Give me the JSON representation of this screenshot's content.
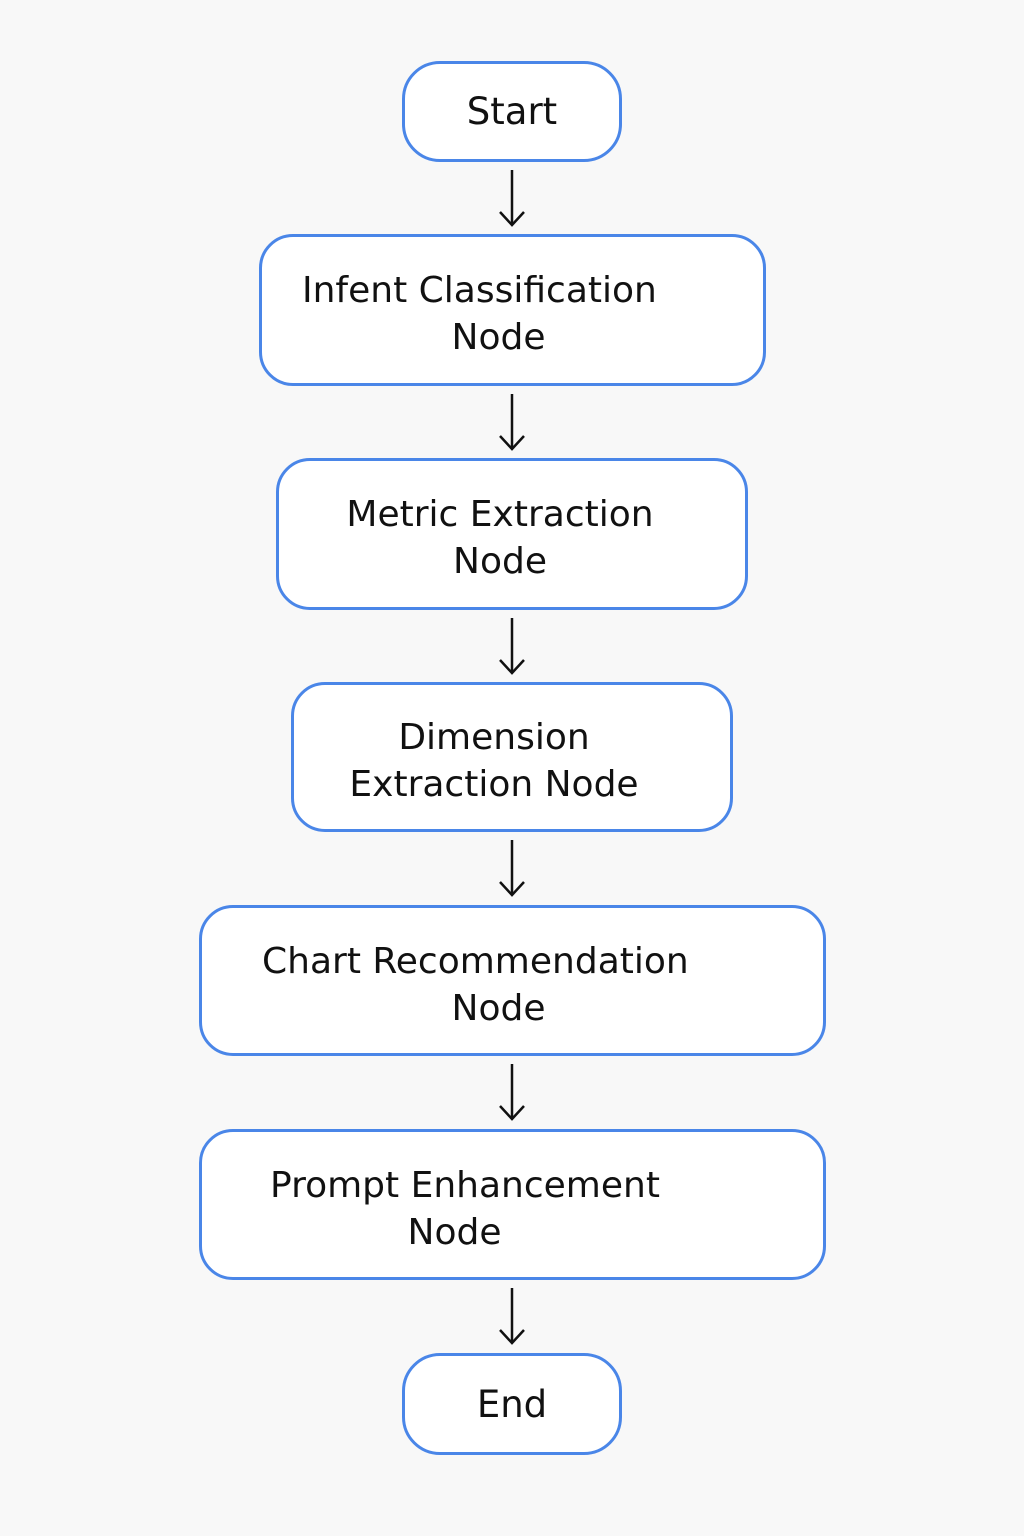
{
  "diagram": {
    "start": "Start",
    "end": "End",
    "nodes": [
      {
        "line1": "Infent Classification",
        "line2": "Node"
      },
      {
        "line1": "Metric Extraction",
        "line2": "Node"
      },
      {
        "line1": "Dimension",
        "line2": "Extraction Node"
      },
      {
        "line1": "Chart Recommendation",
        "line2": "Node"
      },
      {
        "line1": "Prompt Enhancement",
        "line2": "Node"
      }
    ],
    "colors": {
      "node_border": "#4a86e8",
      "node_fill": "#ffffff",
      "arrow": "#111111",
      "background": "#f8f8f8"
    }
  }
}
